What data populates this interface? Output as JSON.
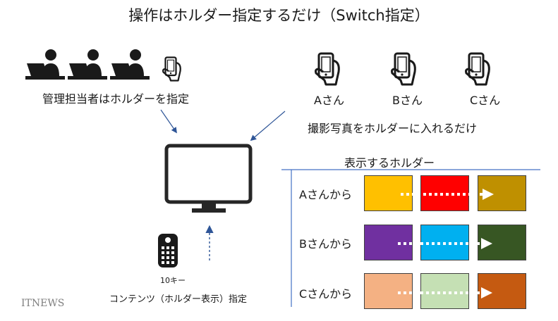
{
  "title": "操作はホルダー指定するだけ（Switch指定）",
  "manager": {
    "label": "管理担当者はホルダーを指定"
  },
  "photographers": {
    "people": [
      {
        "name": "Aさん"
      },
      {
        "name": "Bさん"
      },
      {
        "name": "Cさん"
      }
    ],
    "caption": "撮影写真をホルダーに入れるだけ"
  },
  "remote": {
    "key_label": "10キー",
    "caption": "コンテンツ（ホルダー表示）指定"
  },
  "holders": {
    "heading": "表示するホルダー",
    "rows": [
      {
        "label": "Aさんから",
        "colors": [
          "#ffc000",
          "#ff0000",
          "#bf9000"
        ]
      },
      {
        "label": "Bさんから",
        "colors": [
          "#7030a0",
          "#00b0f0",
          "#375623"
        ]
      },
      {
        "label": "Cさんから",
        "colors": [
          "#f4b183",
          "#c5e0b4",
          "#c55a11"
        ]
      }
    ]
  },
  "watermark": "ITNEWS"
}
